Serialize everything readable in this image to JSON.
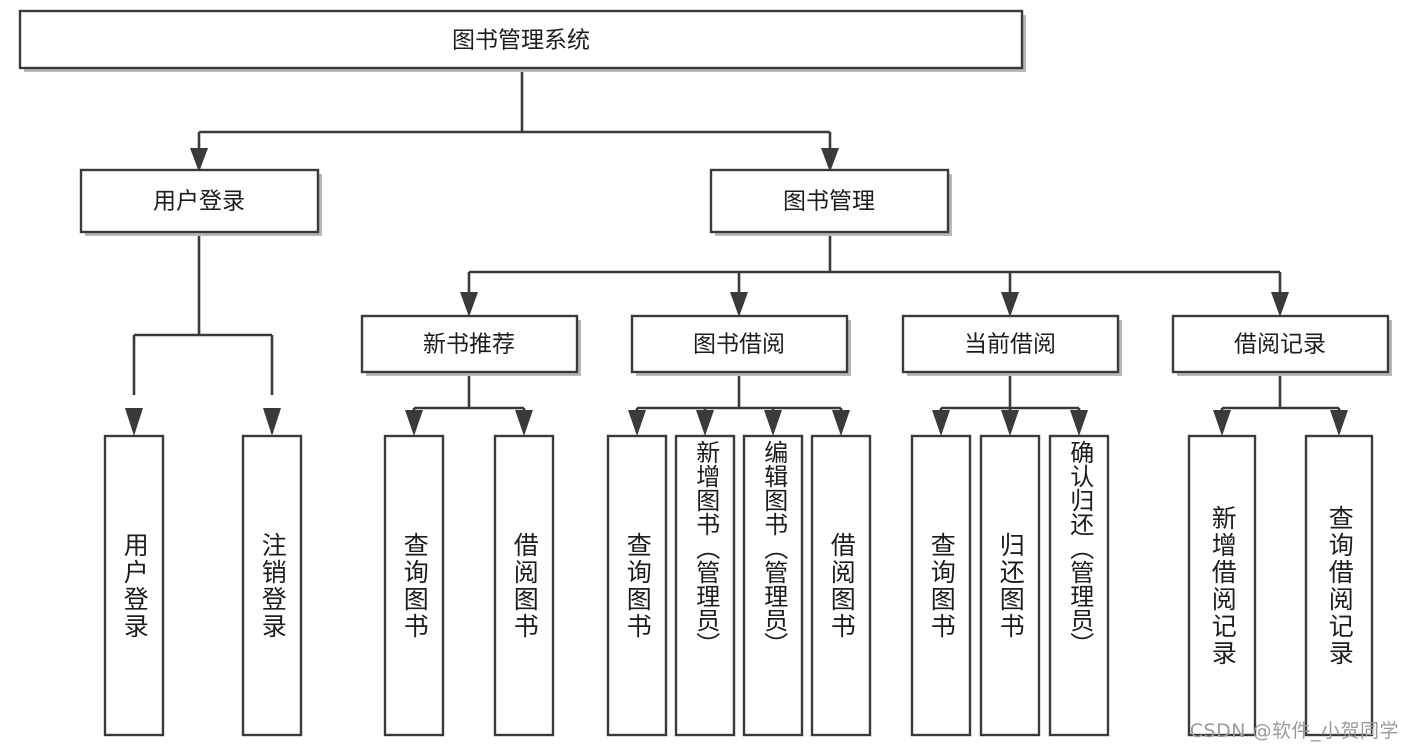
{
  "diagram": {
    "type": "tree",
    "title_node": {
      "id": "root",
      "label": "图书管理系统"
    },
    "level2": [
      {
        "id": "user-login",
        "label": "用户登录"
      },
      {
        "id": "book-manage",
        "label": "图书管理"
      }
    ],
    "level3": [
      {
        "id": "new-book-rec",
        "label": "新书推荐"
      },
      {
        "id": "book-borrow",
        "label": "图书借阅"
      },
      {
        "id": "current-borrow",
        "label": "当前借阅"
      },
      {
        "id": "borrow-record",
        "label": "借阅记录"
      }
    ],
    "leaves": {
      "user_login": [
        {
          "id": "leaf-user-login",
          "label": "用户登录"
        },
        {
          "id": "leaf-logout",
          "label": "注销登录"
        }
      ],
      "new_book_rec": [
        {
          "id": "leaf-query-book-1",
          "label": "查询图书"
        },
        {
          "id": "leaf-borrow-book-1",
          "label": "借阅图书"
        }
      ],
      "book_borrow": [
        {
          "id": "leaf-query-book-2",
          "label": "查询图书"
        },
        {
          "id": "leaf-add-book",
          "label": "新增图书（管理员）"
        },
        {
          "id": "leaf-edit-book",
          "label": "编辑图书（管理员）"
        },
        {
          "id": "leaf-borrow-book-2",
          "label": "借阅图书"
        }
      ],
      "current_borrow": [
        {
          "id": "leaf-query-book-3",
          "label": "查询图书"
        },
        {
          "id": "leaf-return-book",
          "label": "归还图书"
        },
        {
          "id": "leaf-confirm-return",
          "label": "确认归还（管理员）"
        }
      ],
      "borrow_record": [
        {
          "id": "leaf-add-record",
          "label": "新增借阅记录"
        },
        {
          "id": "leaf-query-record",
          "label": "查询借阅记录"
        }
      ]
    },
    "colors": {
      "box_stroke": "#3a3a3a",
      "box_fill": "#ffffff",
      "text": "#1d1d1d",
      "shadow": "#b8b8b8",
      "watermark": "#9b9b9b"
    }
  },
  "watermark": {
    "text": "CSDN @软件_小贺同学"
  }
}
